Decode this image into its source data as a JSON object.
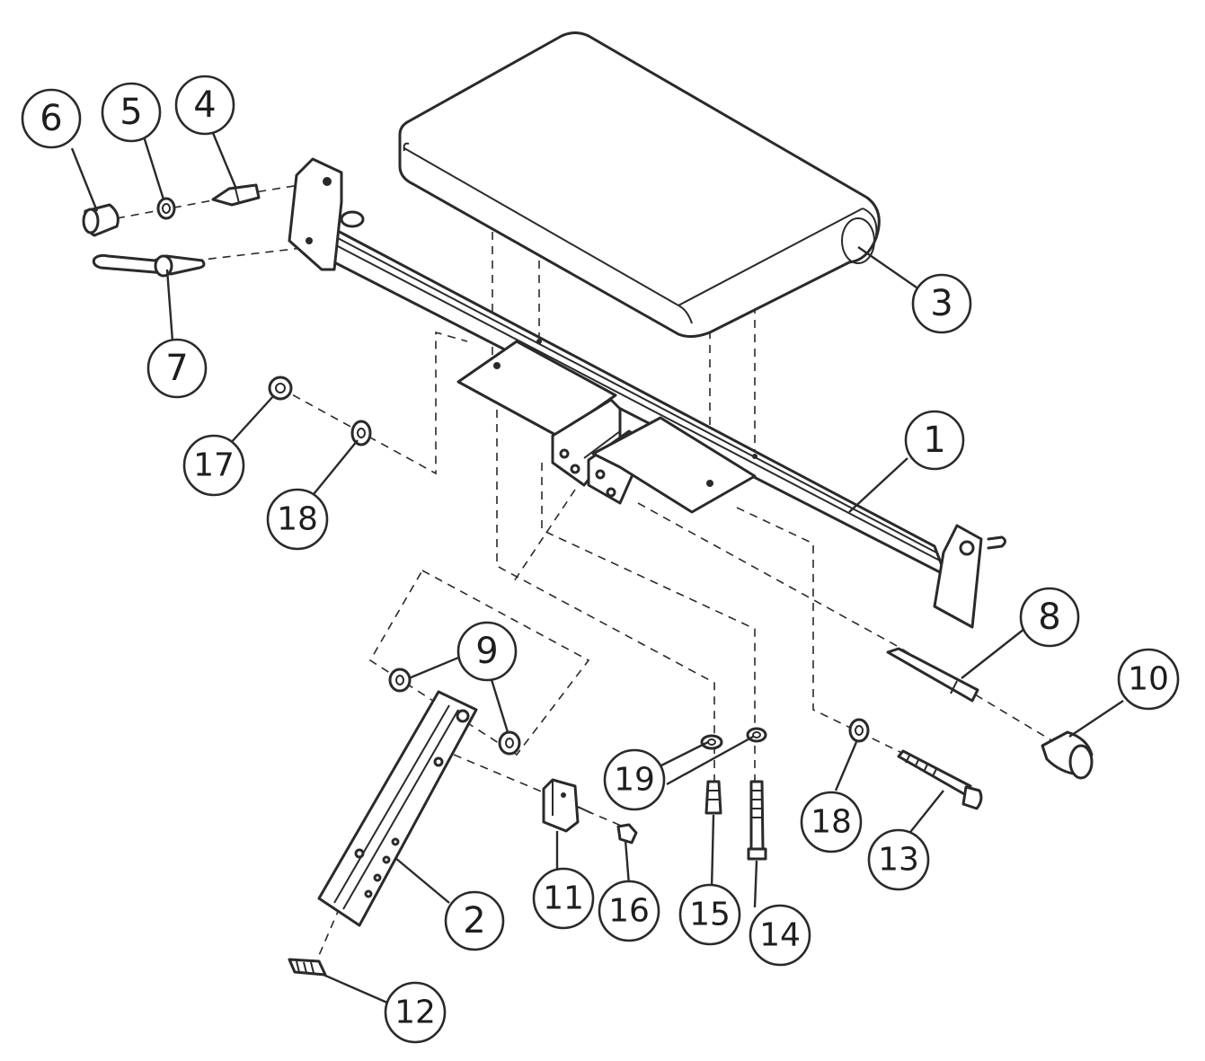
{
  "diagram": {
    "type": "exploded-parts-view",
    "callouts": [
      {
        "id": "c1",
        "label": "1"
      },
      {
        "id": "c2",
        "label": "2"
      },
      {
        "id": "c3",
        "label": "3"
      },
      {
        "id": "c4",
        "label": "4"
      },
      {
        "id": "c5",
        "label": "5"
      },
      {
        "id": "c6",
        "label": "6"
      },
      {
        "id": "c7",
        "label": "7"
      },
      {
        "id": "c8",
        "label": "8"
      },
      {
        "id": "c9a",
        "label": "9"
      },
      {
        "id": "c10",
        "label": "10"
      },
      {
        "id": "c11",
        "label": "11"
      },
      {
        "id": "c12",
        "label": "12"
      },
      {
        "id": "c13",
        "label": "13"
      },
      {
        "id": "c14",
        "label": "14"
      },
      {
        "id": "c15",
        "label": "15"
      },
      {
        "id": "c16",
        "label": "16"
      },
      {
        "id": "c17",
        "label": "17"
      },
      {
        "id": "c18a",
        "label": "18"
      },
      {
        "id": "c18b",
        "label": "18"
      },
      {
        "id": "c19",
        "label": "19"
      }
    ],
    "colors": {
      "line": "#2a2a2a",
      "background": "#ffffff"
    }
  }
}
